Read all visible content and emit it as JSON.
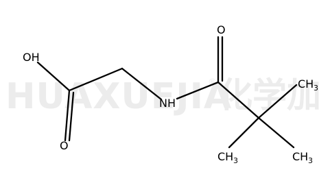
{
  "watermark": {
    "latin": "HUAXUEJIA",
    "registered": "®",
    "cjk": "化学加"
  },
  "atoms": {
    "oh": "OH",
    "o_carbonyl_left": "O",
    "nh": "NH",
    "o_carbonyl_right": "O",
    "ch3_right": {
      "base": "CH",
      "sub": "3"
    },
    "ch3_bottom_left": {
      "base": "CH",
      "sub": "3"
    },
    "ch3_bottom_right": {
      "base": "CH",
      "sub": "3"
    }
  },
  "colors": {
    "bond": "#000000",
    "label": "#000000",
    "watermark": "#ececec",
    "background": "#ffffff"
  }
}
